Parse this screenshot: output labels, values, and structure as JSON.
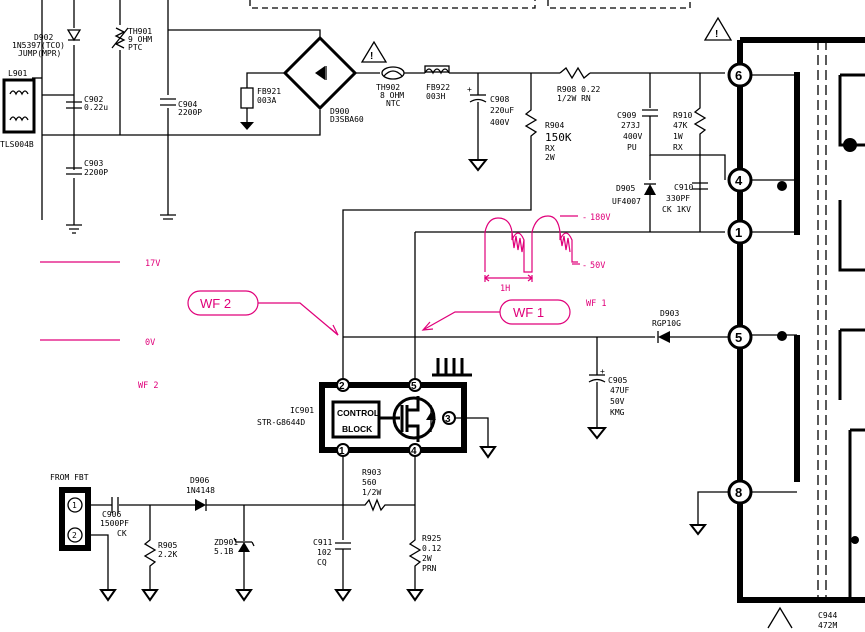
{
  "components": {
    "d902": [
      "D902",
      "1N5397(TCO)",
      "JUMP(MPR)"
    ],
    "th901": [
      "TH901",
      "9 OHM",
      "PTC"
    ],
    "l901": [
      "L901",
      "TLS004B"
    ],
    "c902": [
      "C902",
      "0.22u"
    ],
    "c904": [
      "C904",
      "2200P"
    ],
    "c903": [
      "C903",
      "2200P"
    ],
    "fb921": [
      "FB921",
      "003A"
    ],
    "d900": [
      "D900",
      "D3SBA60"
    ],
    "th902": [
      "TH902",
      "8 OHM",
      "NTC"
    ],
    "fb922": [
      "FB922",
      "003H"
    ],
    "c908": [
      "C908",
      "220uF",
      "400V"
    ],
    "r908": [
      "R908 0.22",
      "1/2W RN"
    ],
    "r904": [
      "R904",
      "150K",
      "RX",
      "2W"
    ],
    "c909": [
      "C909",
      "273J",
      "400V",
      "PU"
    ],
    "r910": [
      "R910",
      "47K",
      "1W",
      "RX"
    ],
    "d905": [
      "D905",
      "UF4007"
    ],
    "c910": [
      "C910",
      "330PF",
      "CK 1KV"
    ],
    "d903": [
      "D903",
      "RGP10G"
    ],
    "c905": [
      "C905",
      "47UF",
      "50V",
      "KMG"
    ],
    "ic901": [
      "IC901",
      "STR-G8644D"
    ],
    "d906": [
      "D906",
      "1N4148"
    ],
    "c906": [
      "C906",
      "1500PF",
      "CK"
    ],
    "r905": [
      "R905",
      "2.2K"
    ],
    "zd901": [
      "ZD901",
      "5.1B"
    ],
    "c911": [
      "C911",
      "102",
      "CQ"
    ],
    "r903": [
      "R903",
      "560",
      "1/2W"
    ],
    "r925": [
      "R925",
      "0.12",
      "2W",
      "PRN"
    ],
    "c944": [
      "C944",
      "472M"
    ]
  },
  "ic_block": {
    "line1": "CONTROL",
    "line2": "BLOCK"
  },
  "from_fbt": "FROM FBT",
  "waveform": {
    "wf1": "WF 1",
    "wf2": "WF 2",
    "wf1_small": "WF 1",
    "wf2_small": "WF 2",
    "level_17v": "17V",
    "level_0v": "0V",
    "level_180v": "180V",
    "level_50v": "50V",
    "period": "1H"
  },
  "transformer_pins": [
    "6",
    "4",
    "1",
    "5",
    "8"
  ],
  "ic_pins": [
    "2",
    "5",
    "3",
    "1",
    "4"
  ],
  "connector_pins": [
    "1",
    "2"
  ],
  "colors": {
    "ink": "#000000",
    "annotation": "#e0007a"
  }
}
